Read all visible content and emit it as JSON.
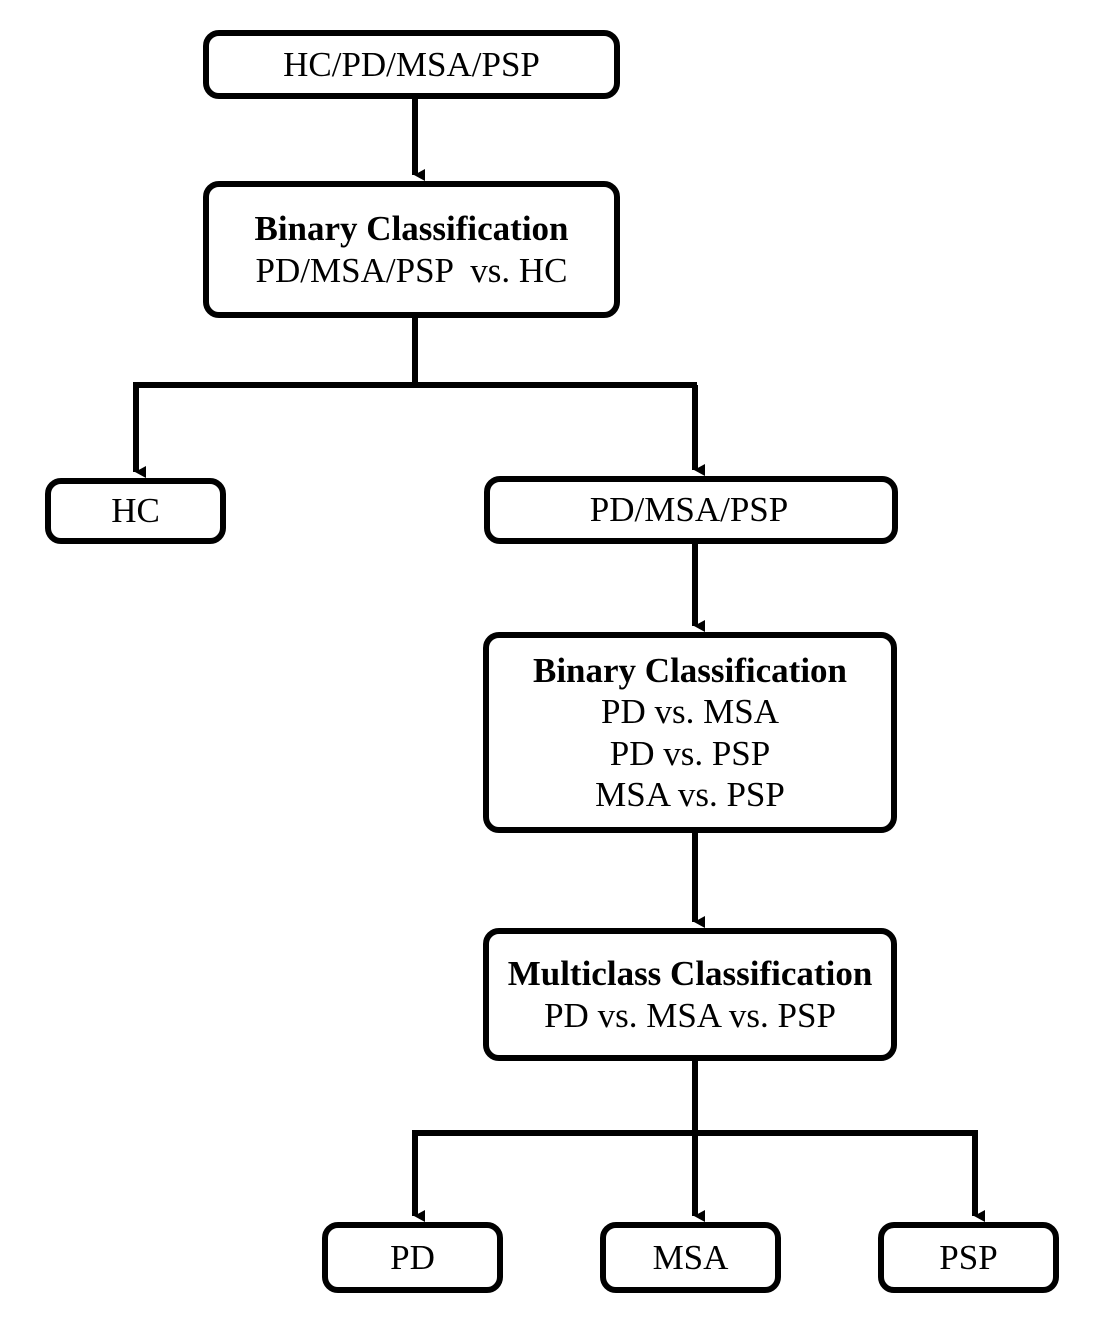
{
  "diagram": {
    "title": "Classification pipeline flowchart",
    "stroke_color": "#000000",
    "background_color": "#ffffff",
    "nodes": [
      {
        "id": "root",
        "lines": [
          "HC/PD/MSA/PSP"
        ]
      },
      {
        "id": "binary1",
        "heading": "Binary Classification",
        "lines": [
          "PD/MSA/PSP  vs. HC"
        ]
      },
      {
        "id": "hc",
        "lines": [
          "HC"
        ]
      },
      {
        "id": "pdmsapsp",
        "lines": [
          "PD/MSA/PSP"
        ]
      },
      {
        "id": "binary2",
        "heading": "Binary Classification",
        "lines": [
          "PD vs. MSA",
          "PD vs. PSP",
          "MSA vs. PSP"
        ]
      },
      {
        "id": "multiclass",
        "heading": "Multiclass Classification",
        "lines": [
          "PD vs. MSA vs. PSP"
        ]
      },
      {
        "id": "pd",
        "lines": [
          "PD"
        ]
      },
      {
        "id": "msa",
        "lines": [
          "MSA"
        ]
      },
      {
        "id": "psp",
        "lines": [
          "PSP"
        ]
      }
    ],
    "edges": [
      {
        "from": "root",
        "to": "binary1",
        "kind": "arrow-down"
      },
      {
        "from": "binary1",
        "to": "hc",
        "kind": "split-left"
      },
      {
        "from": "binary1",
        "to": "pdmsapsp",
        "kind": "split-right"
      },
      {
        "from": "pdmsapsp",
        "to": "binary2",
        "kind": "arrow-down"
      },
      {
        "from": "binary2",
        "to": "multiclass",
        "kind": "arrow-down"
      },
      {
        "from": "multiclass",
        "to": "pd",
        "kind": "split-left"
      },
      {
        "from": "multiclass",
        "to": "msa",
        "kind": "split-center"
      },
      {
        "from": "multiclass",
        "to": "psp",
        "kind": "split-right"
      }
    ]
  }
}
